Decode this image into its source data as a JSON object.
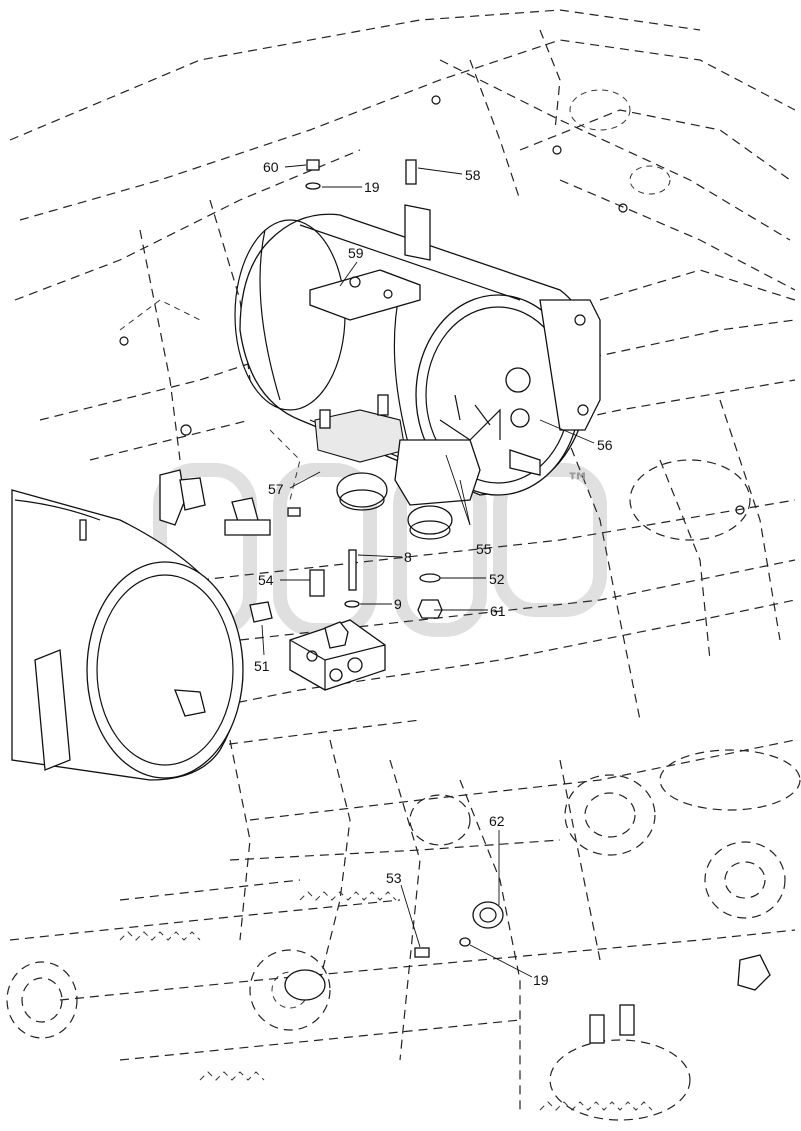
{
  "diagram": {
    "watermark_mark": "™",
    "callouts": [
      {
        "id": "c60",
        "text": "60"
      },
      {
        "id": "c19a",
        "text": "19"
      },
      {
        "id": "c58",
        "text": "58"
      },
      {
        "id": "c59",
        "text": "59"
      },
      {
        "id": "c56",
        "text": "56"
      },
      {
        "id": "c57",
        "text": "57"
      },
      {
        "id": "c55",
        "text": "55"
      },
      {
        "id": "c8",
        "text": "8"
      },
      {
        "id": "c54",
        "text": "54"
      },
      {
        "id": "c52",
        "text": "52"
      },
      {
        "id": "c9",
        "text": "9"
      },
      {
        "id": "c61",
        "text": "61"
      },
      {
        "id": "c51",
        "text": "51"
      },
      {
        "id": "c62",
        "text": "62"
      },
      {
        "id": "c53",
        "text": "53"
      },
      {
        "id": "c19b",
        "text": "19"
      }
    ]
  }
}
